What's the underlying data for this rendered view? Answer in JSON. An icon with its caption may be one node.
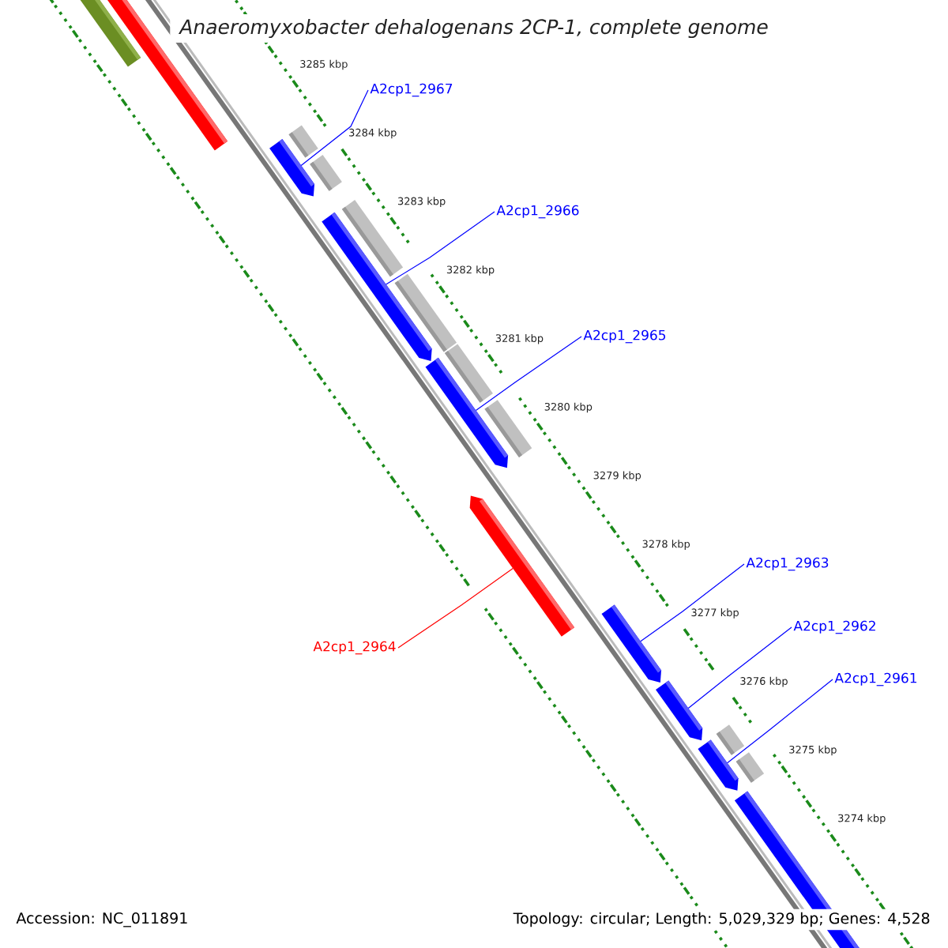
{
  "diagram": {
    "title": "Anaeromyxobacter dehalogenans 2CP-1, complete genome",
    "nodes": [
      {
        "text": [
          "A2cp1_2967"
        ]
      },
      {
        "text": [
          "A2cp1_2966"
        ]
      },
      {
        "text": [
          "A2cp1_2965"
        ]
      },
      {
        "text": [
          "A2cp1_2963"
        ]
      },
      {
        "text": [
          "A2cp1_2962"
        ]
      },
      {
        "text": [
          "A2cp1_2964"
        ]
      },
      {
        "text": [
          "A2cp1_2961"
        ]
      },
      {
        "text": [],
        "shape": "bar"
      },
      {
        "text": [],
        "shape": "bar"
      },
      {
        "text": [],
        "shape": "bar"
      },
      {
        "text": [],
        "shape": "bar"
      },
      {
        "text": [],
        "shape": "bar"
      },
      {
        "text": [],
        "shape": "bar"
      },
      {
        "text": [],
        "shape": "bar"
      }
    ],
    "edges": [
      {
        "from": 0,
        "to": 7,
        "arrow": "none"
      },
      {
        "from": 1,
        "to": 8,
        "arrow": "none"
      },
      {
        "from": 2,
        "to": 9,
        "arrow": "none"
      },
      {
        "from": 3,
        "to": 11,
        "arrow": "none"
      },
      {
        "from": 4,
        "to": 12,
        "arrow": "none"
      },
      {
        "from": 5,
        "to": 10,
        "arrow": "none",
        "color": "#ff0000"
      },
      {
        "from": 6,
        "to": 13,
        "arrow": "none"
      }
    ],
    "labels": [
      "3285 kbp",
      "3284 kbp",
      "3283 kbp",
      "3282 kbp",
      "3281 kbp",
      "3280 kbp",
      "3279 kbp",
      "3278 kbp",
      "3277 kbp",
      "3276 kbp",
      "3275 kbp",
      "3274 kbp",
      "Accession: NC_011891",
      "Topology: circular; Length: 5,029,329 bp; Genes: 4,528"
    ]
  }
}
